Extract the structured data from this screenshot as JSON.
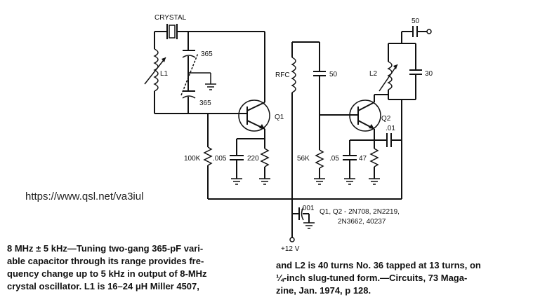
{
  "url_text": "https://www.qsl.net/va3iul",
  "components": {
    "crystal": "CRYSTAL",
    "l1": "L1",
    "c365_top": "365",
    "c365_bottom": "365",
    "q1": "Q1",
    "rfc": "RFC",
    "c50": "50",
    "l2": "L2",
    "c30": "30",
    "q2": "Q2",
    "out_50": "50",
    "c01": ".01",
    "r100k": "100K",
    "c005": ".005",
    "r220": "220",
    "r56k": "56K",
    "c05": ".05",
    "r47": "47",
    "c001": ".001",
    "supply": "+12 V",
    "transistors_line1": "Q1, Q2 - 2N708, 2N2219,",
    "transistors_line2": "2N3662, 40237"
  },
  "caption": {
    "left_lines": [
      "8 MHz ± 5 kHz—Tuning two-gang 365-pF vari-",
      "able capacitor through its range provides fre-",
      "quency change up to 5 kHz in output of 8-MHz",
      "crystal oscillator. L1 is 16–24 μH Miller 4507,"
    ],
    "right_lines": [
      "and L2 is 40 turns No. 36 tapped at 13 turns, on",
      "¼-inch slug-tuned form.—Circuits, 73 Maga-",
      "zine, Jan. 1974, p 128."
    ]
  }
}
